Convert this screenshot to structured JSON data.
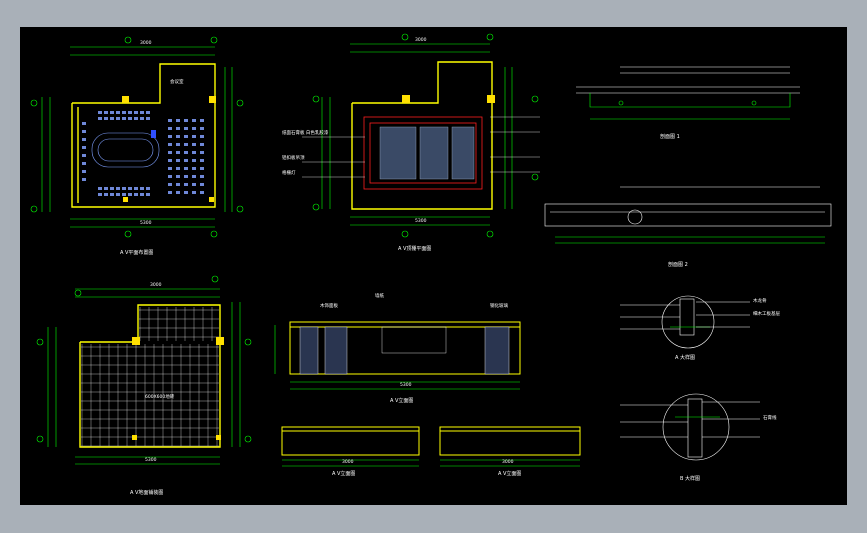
{
  "sheet": {
    "background": "#000000",
    "frame_color": "#a9b0b8"
  },
  "colors": {
    "wall": "#ffff00",
    "dimension": "#00ff00",
    "grid": "#ffffff",
    "furniture": "#7fa0ff",
    "accent": "#ff2020",
    "column": "#ffe000"
  },
  "captions": {
    "plan_1": "A V平面布置图",
    "plan_2": "A V顶棚平面图",
    "plan_3": "A V地面铺装图",
    "elev_1": "A V立面图",
    "elev_2": "A V立面图",
    "elev_3": "A V立面图",
    "section_1": "剖面图 1",
    "section_2": "剖面图 2",
    "detail_1": "A 大样图",
    "detail_2": "B 大样图"
  },
  "dims": {
    "plan_1_top": "3000",
    "plan_1_bottom": "5300",
    "plan_2_top": "3000",
    "plan_2_bottom": "5300",
    "plan_3_top": "3000",
    "plan_3_bottom": "5300",
    "elev_1_bottom": "5300",
    "elev_2_bottom": "3000",
    "elev_3_bottom": "3000"
  },
  "labels": {
    "room_name": "会议室",
    "floor_tile": "600X600地砖",
    "ceiling_1": "纸面石膏板 白色乳胶漆",
    "ceiling_2": "铝扣板吊顶",
    "lamp": "格栅灯",
    "wall_1": "木饰面板",
    "wall_2": "墙纸",
    "glass": "钢化玻璃",
    "detail_note_1": "木龙骨",
    "detail_note_2": "细木工板基层",
    "detail_note_3": "石膏线"
  }
}
